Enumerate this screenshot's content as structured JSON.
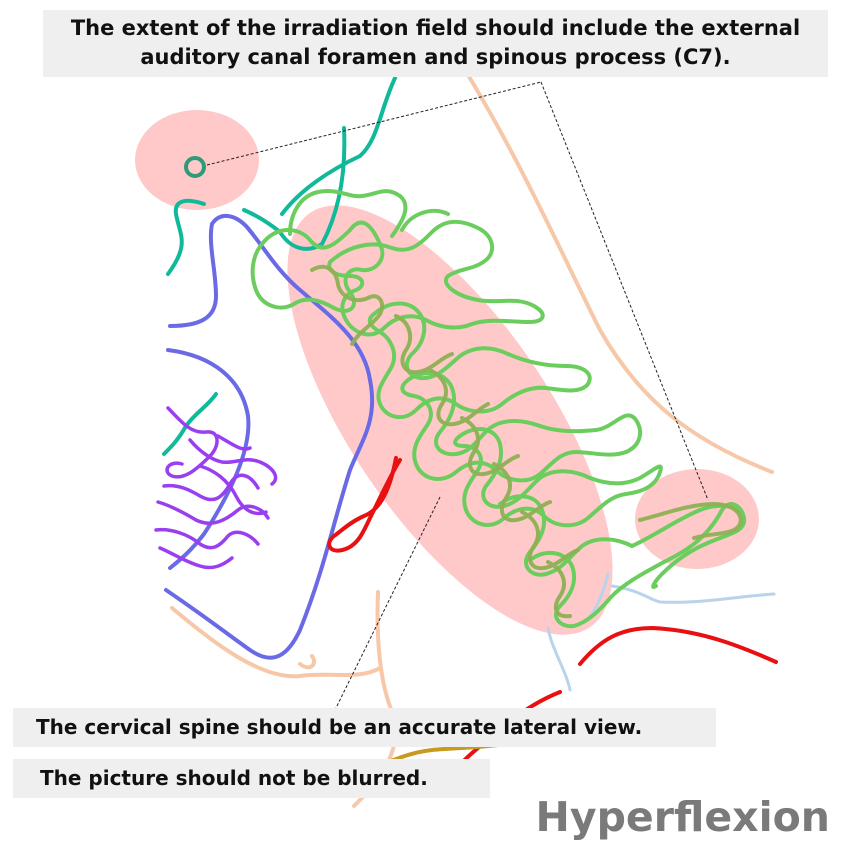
{
  "captions": {
    "irradiation_field_line1": "The extent of the irradiation field should include the external",
    "irradiation_field_line2": "auditory canal foramen and spinous process (C7).",
    "lateral_view": "The cervical spine should be an accurate lateral view.",
    "not_blurred": "The picture should not be blurred."
  },
  "view_label": "Hyperflexion",
  "colors": {
    "highlight": "#ffc9c9",
    "vertebrae": "#6ccd5f",
    "vertebrae_overlap": "#8fb054",
    "skull_base": "#10b99a",
    "mandible": "#6a6ae6",
    "hyoid_teeth": "#9a3ff0",
    "trachea": "#e81010",
    "skin": "#f6c8a8",
    "soft_tissue_light": "#b9d3ea",
    "cartilage": "#c99a20",
    "ear_marker": "#2e9a78",
    "caption_bg": "#efefef",
    "label_gray": "#7a7a7a"
  }
}
